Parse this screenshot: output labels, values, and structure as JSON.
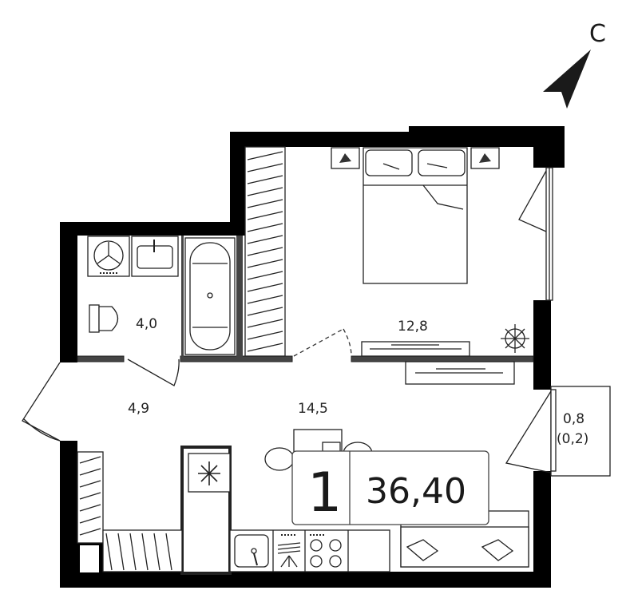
{
  "compass": {
    "label": "С"
  },
  "rooms": {
    "bathroom": {
      "area": "4,0"
    },
    "bedroom": {
      "area": "12,8"
    },
    "hallway": {
      "area": "4,9"
    },
    "kitchen_living": {
      "area": "14,5"
    },
    "balcony": {
      "area": "0,8",
      "area_reduced": "(0,2)"
    }
  },
  "summary": {
    "rooms_count": "1",
    "total_area": "36,40"
  }
}
